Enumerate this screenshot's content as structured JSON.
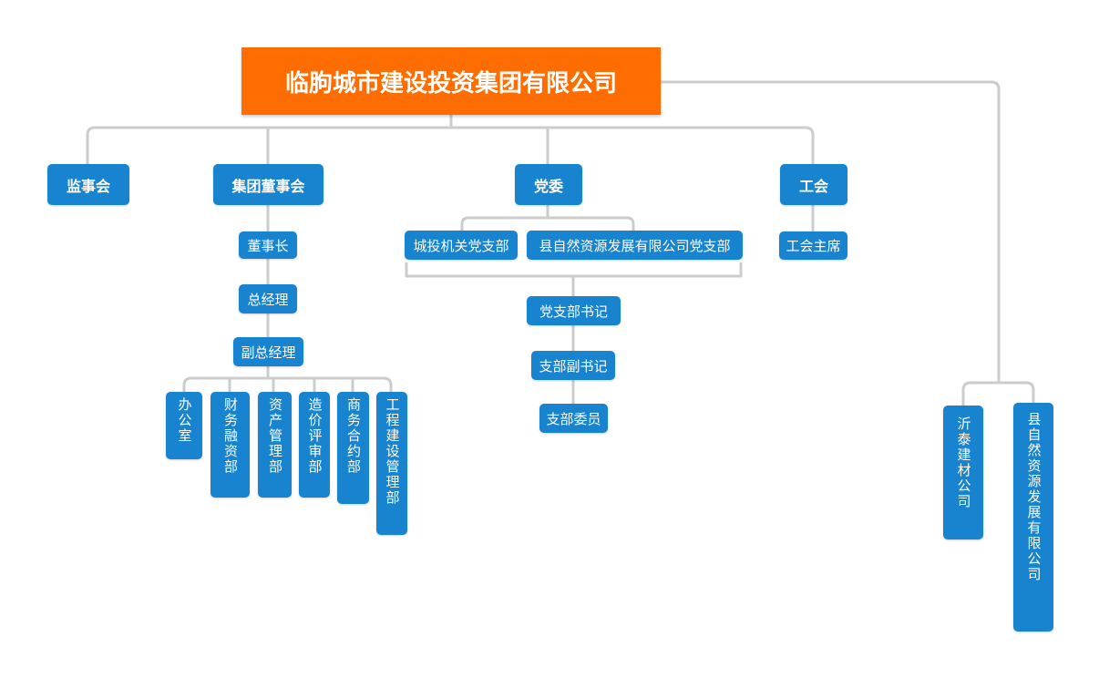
{
  "root": "临朐城市建设投资集团有限公司",
  "level1": {
    "supervisory_board": "监事会",
    "board": "集团董事会",
    "party_committee": "党委",
    "union": "工会"
  },
  "board_chain": {
    "chairman": "董事长",
    "general_manager": "总经理",
    "deputy_gm": "副总经理"
  },
  "departments": [
    "办公室",
    "财务融资部",
    "资产管理部",
    "造价评审部",
    "商务合约部",
    "工程建设管理部"
  ],
  "party": {
    "branches": [
      "城投机关党支部",
      "县自然资源发展有限公司党支部"
    ],
    "secretary": "党支部书记",
    "deputy_secretary": "支部副书记",
    "member": "支部委员"
  },
  "union_chair": "工会主席",
  "subsidiaries": [
    "沂泰建材公司",
    "县自然资源发展有限公司"
  ],
  "colors": {
    "root": "#ff6c00",
    "node": "#1883cf",
    "line": "#cccccc"
  }
}
